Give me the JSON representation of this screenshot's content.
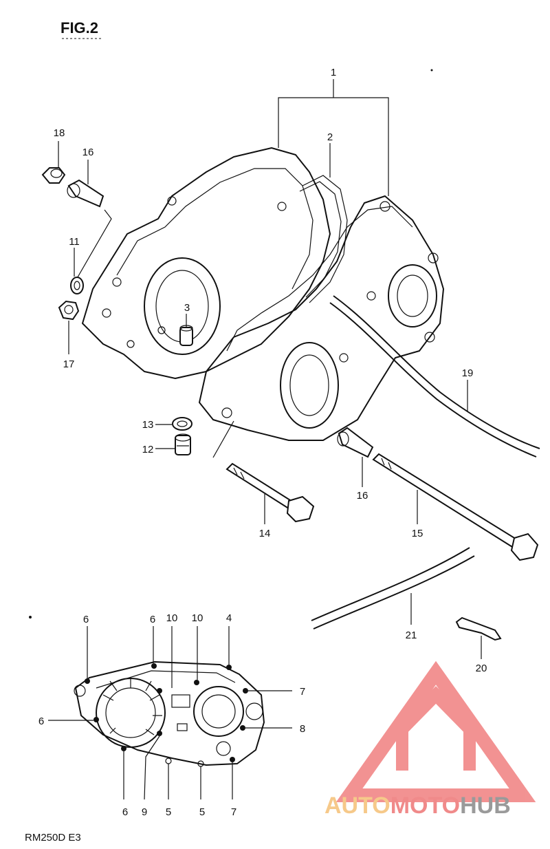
{
  "figure": {
    "title": "FIG.2",
    "footer": "RM250D E3"
  },
  "labels": {
    "l1": "1",
    "l2": "2",
    "l3": "3",
    "l4": "4",
    "l5a": "5",
    "l5b": "5",
    "l6a": "6",
    "l6b": "6",
    "l6c": "6",
    "l6d": "6",
    "l7a": "7",
    "l7b": "7",
    "l8": "8",
    "l9": "9",
    "l10a": "10",
    "l10b": "10",
    "l11": "11",
    "l12": "12",
    "l13": "13",
    "l14": "14",
    "l15": "15",
    "l16a": "16",
    "l16b": "16",
    "l17": "17",
    "l18": "18",
    "l19": "19",
    "l20": "20",
    "l21": "21"
  },
  "watermark": {
    "part1": "AUTO",
    "part2": "MOTO",
    "part3": "HUB",
    "colors": {
      "auto": "#f6c98a",
      "moto": "#f08a8a",
      "hub": "#9a9a9a",
      "triangle": "#f08080"
    }
  }
}
